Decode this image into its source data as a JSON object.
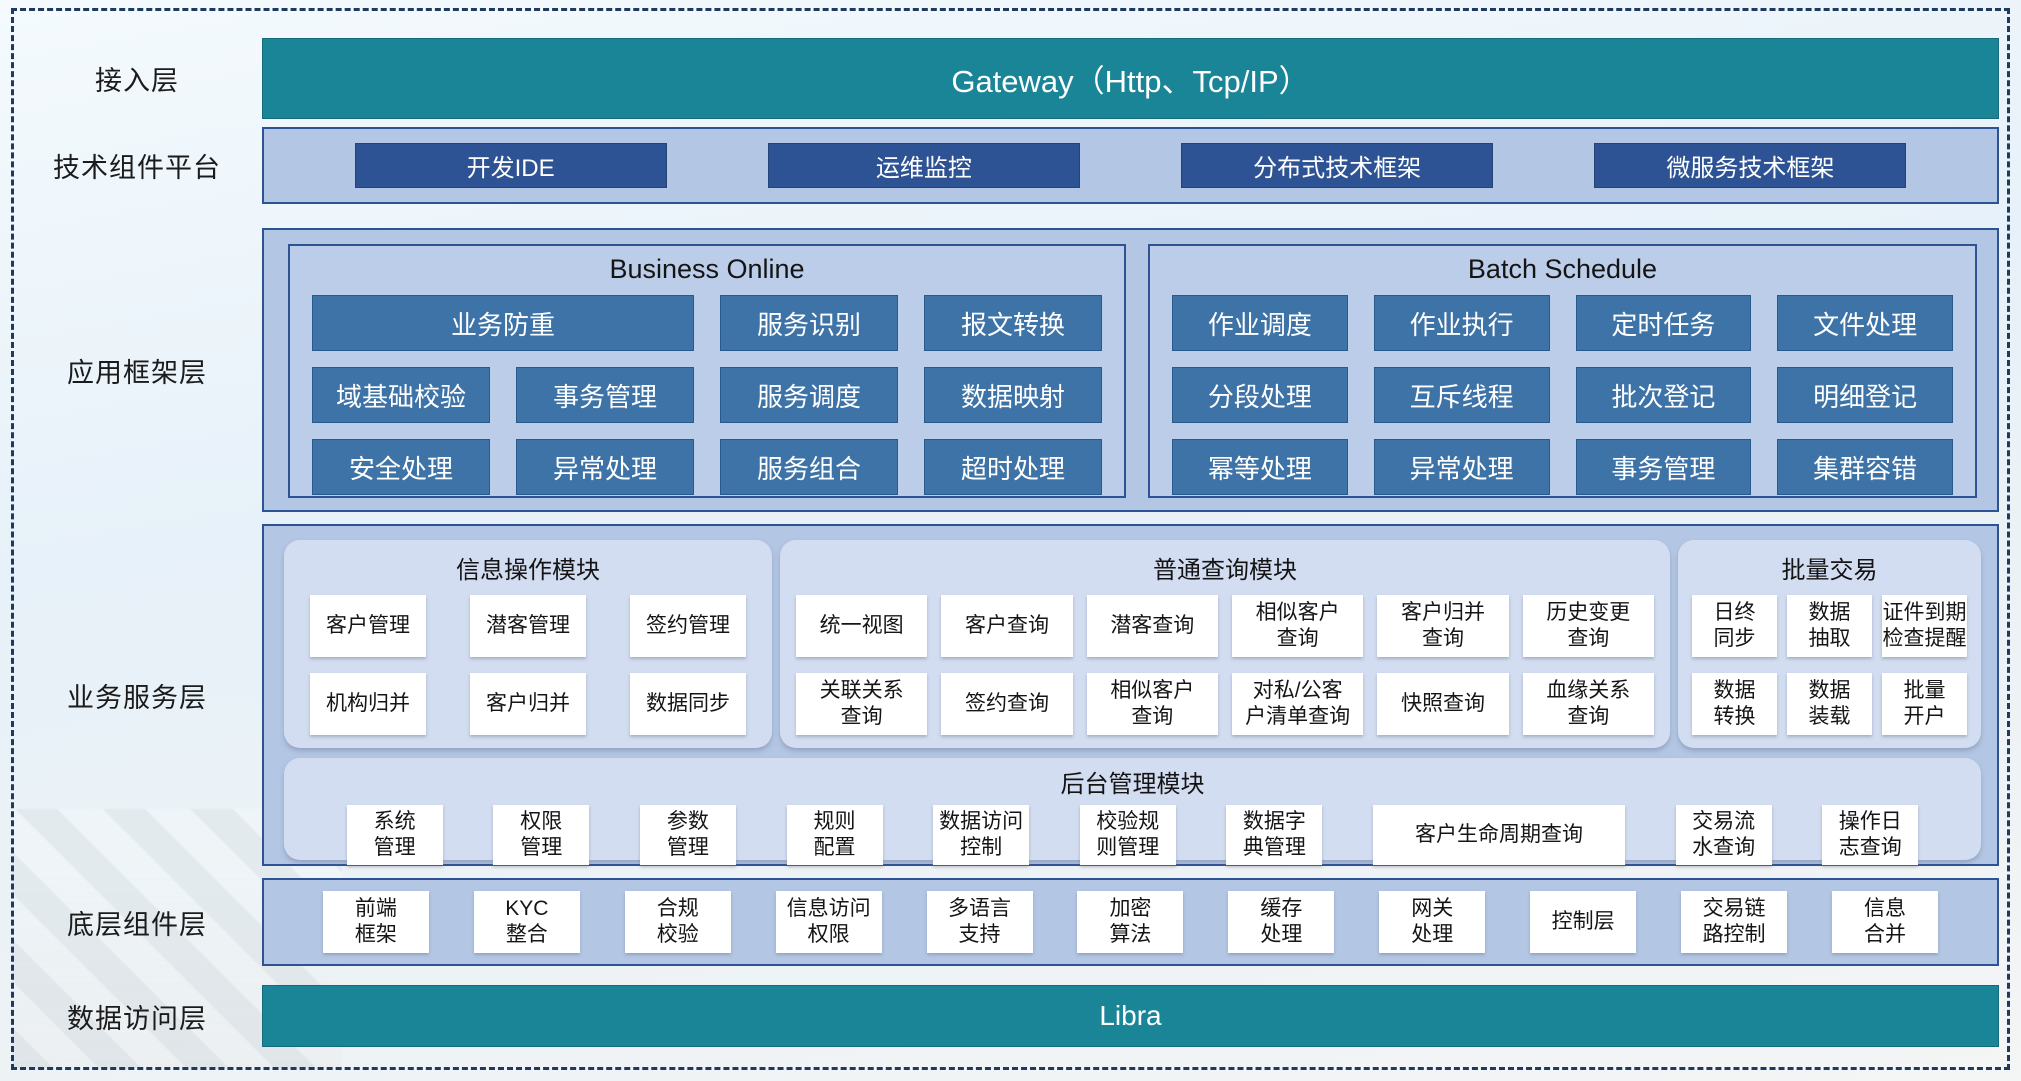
{
  "colors": {
    "teal": "#1b8598",
    "navy": "#2e5394",
    "steel_blue": "#3e73a7",
    "container_blue": "#b3c7e4",
    "panel_blue": "#bccde9",
    "service_panel": "#d3ddf1",
    "frame_dash": "#1e3a5f"
  },
  "layers": {
    "access": {
      "label": "接入层",
      "bar": "Gateway（Http、Tcp/IP）"
    },
    "tech": {
      "label": "技术组件平台",
      "items": [
        "开发IDE",
        "运维监控",
        "分布式技术框架",
        "微服务技术框架"
      ]
    },
    "app_frame": {
      "label": "应用框架层",
      "business_online": {
        "title": "Business Online",
        "rows": [
          [
            "业务防重",
            "服务识别",
            "报文转换"
          ],
          [
            "域基础校验",
            "事务管理",
            "服务调度",
            "数据映射"
          ],
          [
            "安全处理",
            "异常处理",
            "服务组合",
            "超时处理"
          ]
        ]
      },
      "batch_schedule": {
        "title": "Batch Schedule",
        "rows": [
          [
            "作业调度",
            "作业执行",
            "定时任务",
            "文件处理"
          ],
          [
            "分段处理",
            "互斥线程",
            "批次登记",
            "明细登记"
          ],
          [
            "幂等处理",
            "异常处理",
            "事务管理",
            "集群容错"
          ]
        ]
      }
    },
    "service": {
      "label": "业务服务层",
      "info_module": {
        "title": "信息操作模块",
        "rows": [
          [
            "客户管理",
            "潜客管理",
            "签约管理"
          ],
          [
            "机构归并",
            "客户归并",
            "数据同步"
          ]
        ]
      },
      "query_module": {
        "title": "普通查询模块",
        "rows": [
          [
            "统一视图",
            "客户查询",
            "潜客查询",
            "相似客户\n查询",
            "客户归并\n查询",
            "历史变更\n查询"
          ],
          [
            "关联关系\n查询",
            "签约查询",
            "相似客户\n查询",
            "对私/公客\n户清单查询",
            "快照查询",
            "血缘关系\n查询"
          ]
        ]
      },
      "batch_module": {
        "title": "批量交易",
        "rows": [
          [
            "日终\n同步",
            "数据\n抽取",
            "证件到期\n检查提醒"
          ],
          [
            "数据\n转换",
            "数据\n装载",
            "批量\n开户"
          ]
        ]
      },
      "admin_module": {
        "title": "后台管理模块",
        "items": [
          "系统\n管理",
          "权限\n管理",
          "参数\n管理",
          "规则\n配置",
          "数据访问\n控制",
          "校验规\n则管理",
          "数据字\n典管理",
          "客户生命周期查询",
          "交易流\n水查询",
          "操作日\n志查询"
        ]
      }
    },
    "base": {
      "label": "底层组件层",
      "items": [
        "前端\n框架",
        "KYC\n整合",
        "合规\n校验",
        "信息访问\n权限",
        "多语言\n支持",
        "加密\n算法",
        "缓存\n处理",
        "网关\n处理",
        "控制层",
        "交易链\n路控制",
        "信息\n合并"
      ]
    },
    "data_access": {
      "label": "数据访问层",
      "bar": "Libra"
    }
  }
}
